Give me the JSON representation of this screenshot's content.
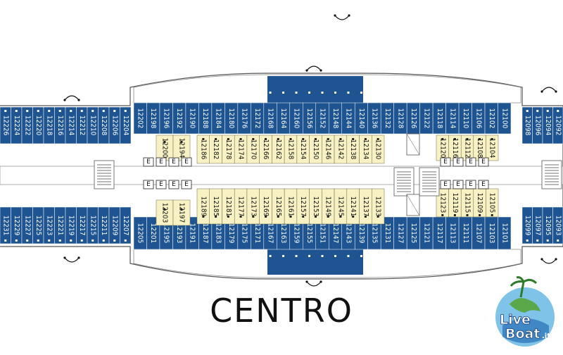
{
  "deck": {
    "name": "CENTRO",
    "colors": {
      "exterior": "#1d5491",
      "interior": "#f7f1c4",
      "corridor": "#ffffff",
      "outline": "#555555"
    }
  },
  "logo": {
    "line1": "Live",
    "line2": "Boat",
    "suffix": ".it"
  },
  "cabins": {
    "top_outer": {
      "left": [
        "12226",
        "12224",
        "12222",
        "12220",
        "12218",
        "12216",
        "12214",
        "12212",
        "12210",
        "12208",
        "12206",
        "12204"
      ],
      "center": [
        "12202",
        "12198",
        "12196",
        "12192",
        "12190",
        "12188",
        "12184",
        "12180",
        "12176",
        "12172",
        "12168",
        "12164",
        "12160",
        "12156",
        "12152",
        "12148",
        "12144",
        "12140",
        "12136",
        "12132",
        "12128",
        "12126",
        "12122",
        "12118",
        "12114",
        "12110",
        "12106",
        "12102",
        "12100"
      ],
      "right": [
        "12098",
        "12096",
        "12094",
        "12092"
      ]
    },
    "bottom_outer": {
      "left": [
        "12231",
        "12229",
        "12227",
        "12225",
        "12223",
        "12221",
        "12219",
        "12217",
        "12215",
        "12211",
        "12209",
        "12207"
      ],
      "center": [
        "12205",
        "12201",
        "12195",
        "12193",
        "12191",
        "12187",
        "12183",
        "12179",
        "12175",
        "12171",
        "12167",
        "12163",
        "12159",
        "12155",
        "12151",
        "12147",
        "12143",
        "12139",
        "12135",
        "12131",
        "12127",
        "12125",
        "12121",
        "12117",
        "12113",
        "12111",
        "12107",
        "12103",
        "12101"
      ],
      "right": [
        "12099",
        "12097",
        "12095",
        "12093"
      ]
    },
    "top_inner": {
      "left": [
        "12200",
        "12194"
      ],
      "center": [
        "12186",
        "12182",
        "12178",
        "12174",
        "12170",
        "12166",
        "12162",
        "12158",
        "12154",
        "12150",
        "12146",
        "12142",
        "12138",
        "12134",
        "12130"
      ],
      "right": [
        "12120",
        "12116",
        "12112",
        "12108",
        "12104"
      ]
    },
    "bottom_inner": {
      "left": [
        "12203",
        "12197"
      ],
      "center": [
        "12189",
        "12185",
        "12181",
        "12177",
        "12173",
        "12169",
        "12165",
        "12161",
        "12157",
        "12153",
        "12149",
        "12145",
        "12141",
        "12137",
        "12133"
      ],
      "right": [
        "12123",
        "12119",
        "12115",
        "12109",
        "12105"
      ]
    }
  },
  "services": {
    "elevator_label": "E",
    "elevator_count": 16
  }
}
